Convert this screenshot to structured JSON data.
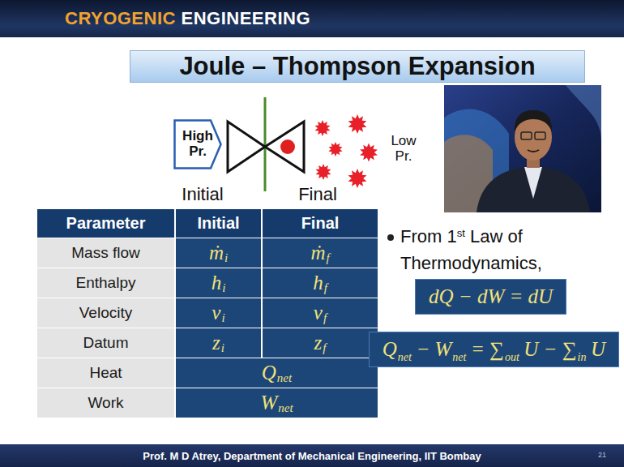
{
  "diagram": {
    "title": "Joule – Thompson Expansion",
    "nodes": [
      {
        "text": [
          "CRYOGENIC",
          "ENGINEERING"
        ]
      },
      {
        "text": [
          "High Pr."
        ]
      },
      {
        "text": [
          "dQ − dW = dU"
        ]
      },
      {
        "text": [
          "Q",
          "net",
          "− W",
          "net",
          "= ∑",
          "out",
          "U − ∑",
          "in",
          "U"
        ]
      },
      {
        "text": [
          "Prof. M D Atrey, Department of Mechanical Engineering, IIT Bombay"
        ]
      }
    ],
    "labels": [
      "Initial",
      "Final",
      "Low Pr.",
      "Parameter",
      "Initial",
      "Final",
      "Mass flow",
      "ṁ",
      "i",
      "ṁ",
      "f",
      "Enthalpy",
      "h",
      "i",
      "h",
      "f",
      "Velocity",
      "v",
      "i",
      "v",
      "f",
      "Datum",
      "z",
      "i",
      "z",
      "f",
      "Heat",
      "Q",
      "net",
      "Work",
      "W",
      "net",
      "From 1",
      "st",
      "Law of Thermodynamics,",
      "21"
    ]
  }
}
